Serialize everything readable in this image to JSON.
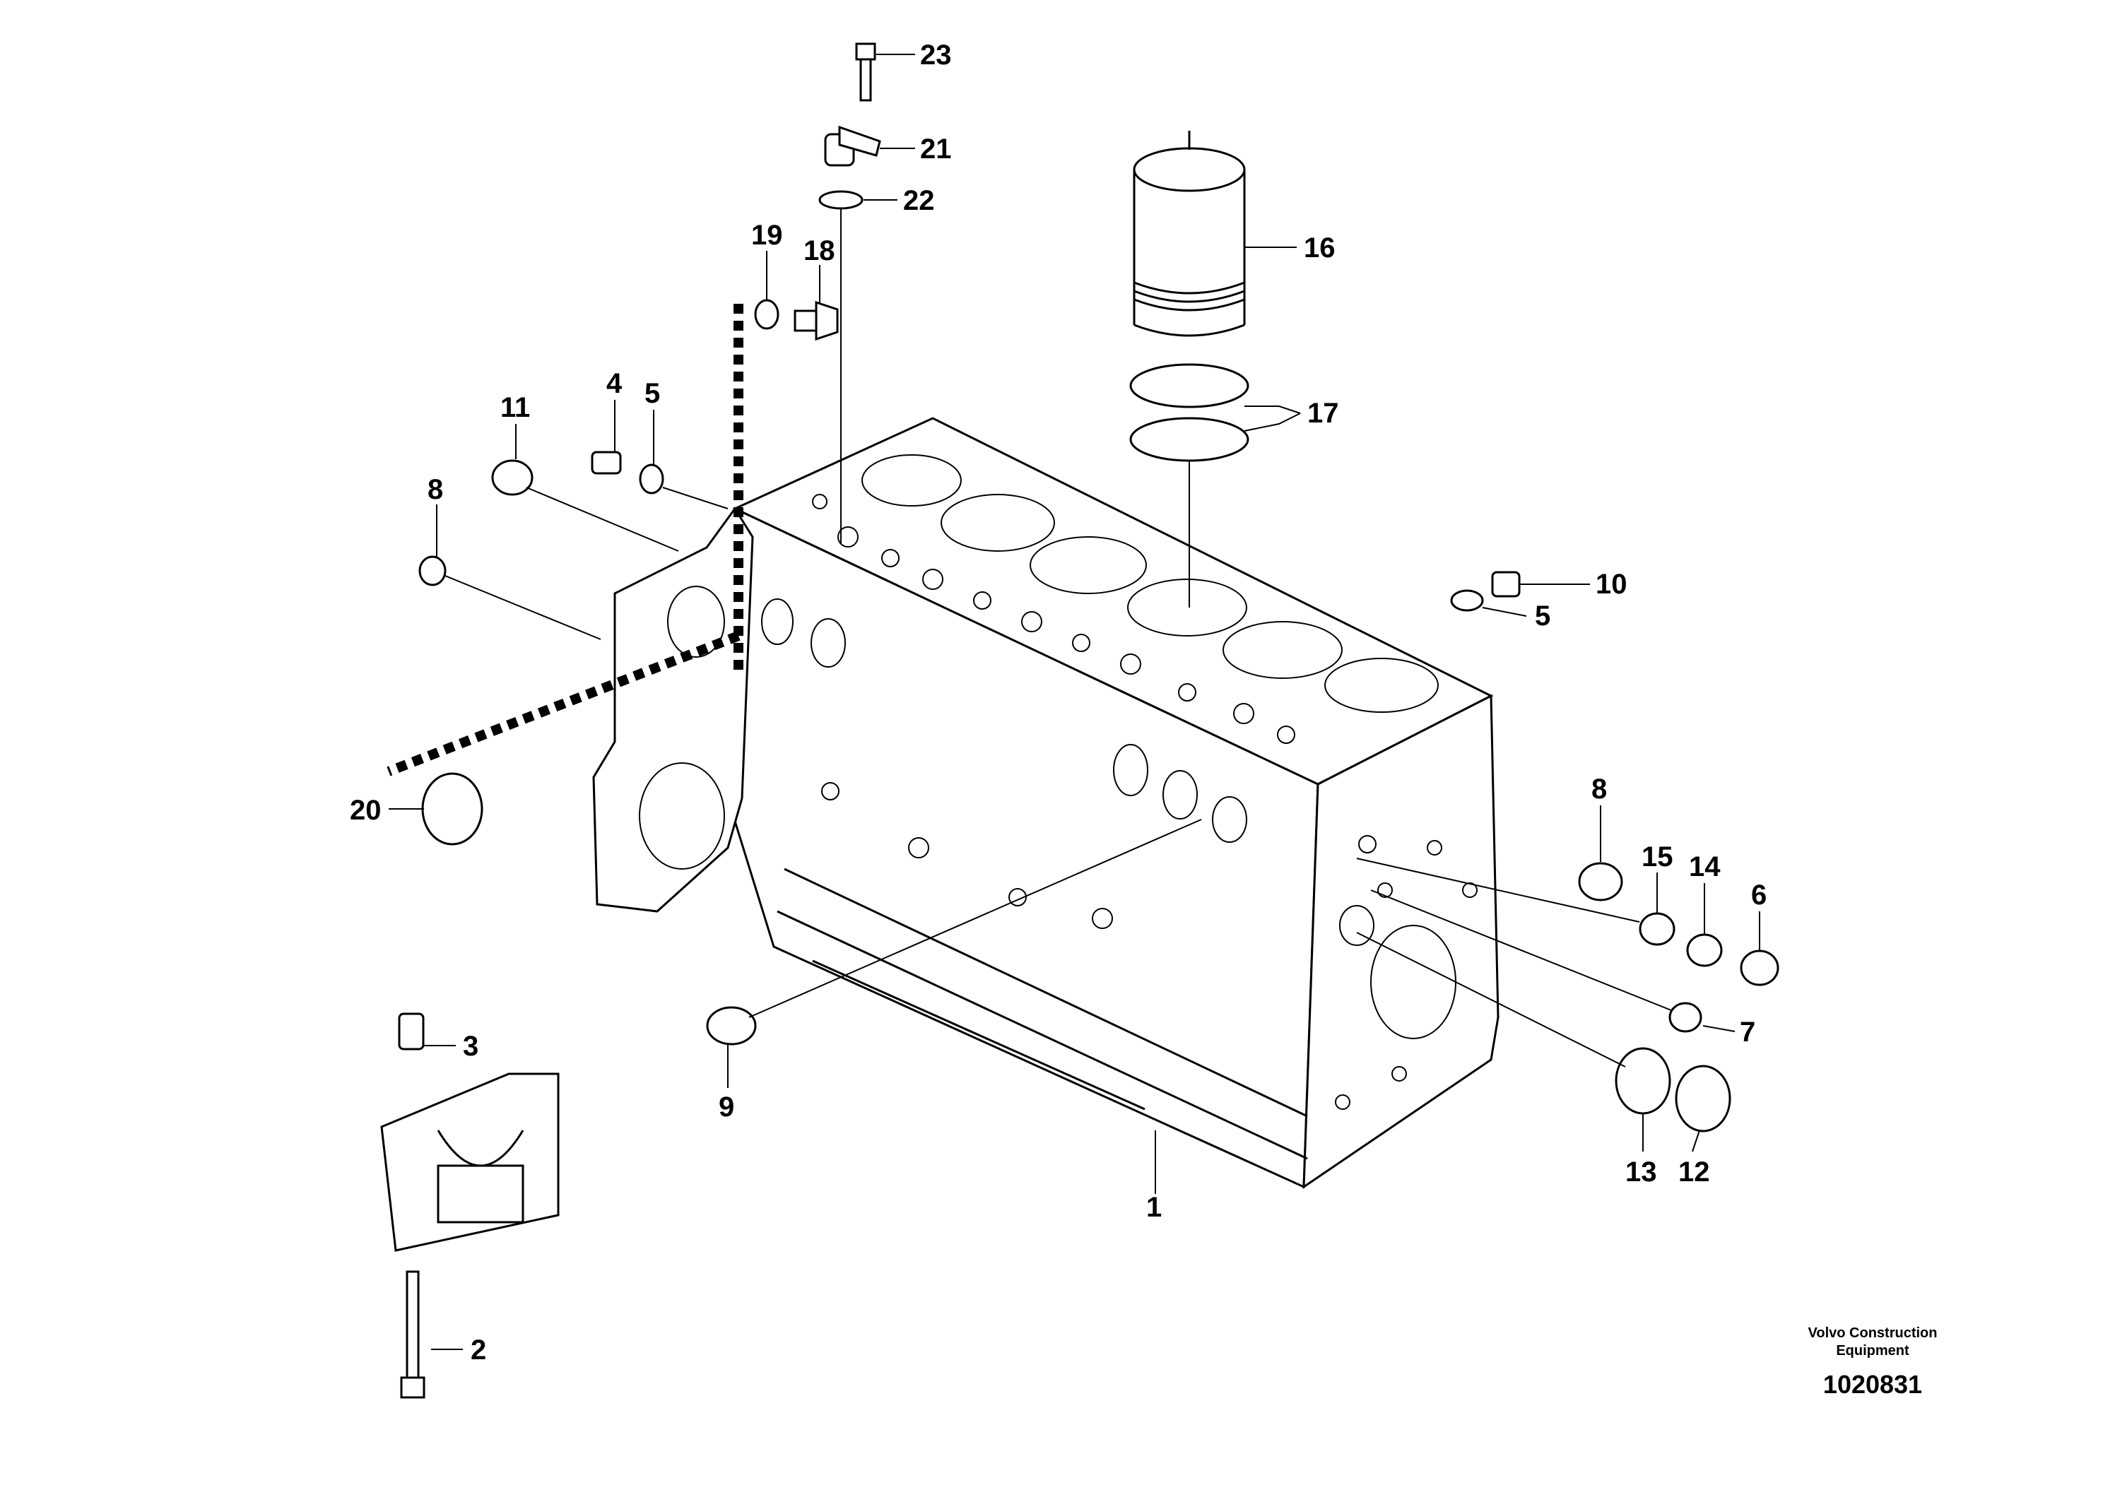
{
  "diagram": {
    "callouts": [
      "1",
      "2",
      "3",
      "4",
      "5",
      "5",
      "6",
      "7",
      "8",
      "8",
      "9",
      "10",
      "11",
      "12",
      "13",
      "14",
      "15",
      "16",
      "17",
      "18",
      "19",
      "20",
      "21",
      "22",
      "23"
    ],
    "credit_line1": "Volvo Construction",
    "credit_line2": "Equipment",
    "document_number": "1020831"
  }
}
